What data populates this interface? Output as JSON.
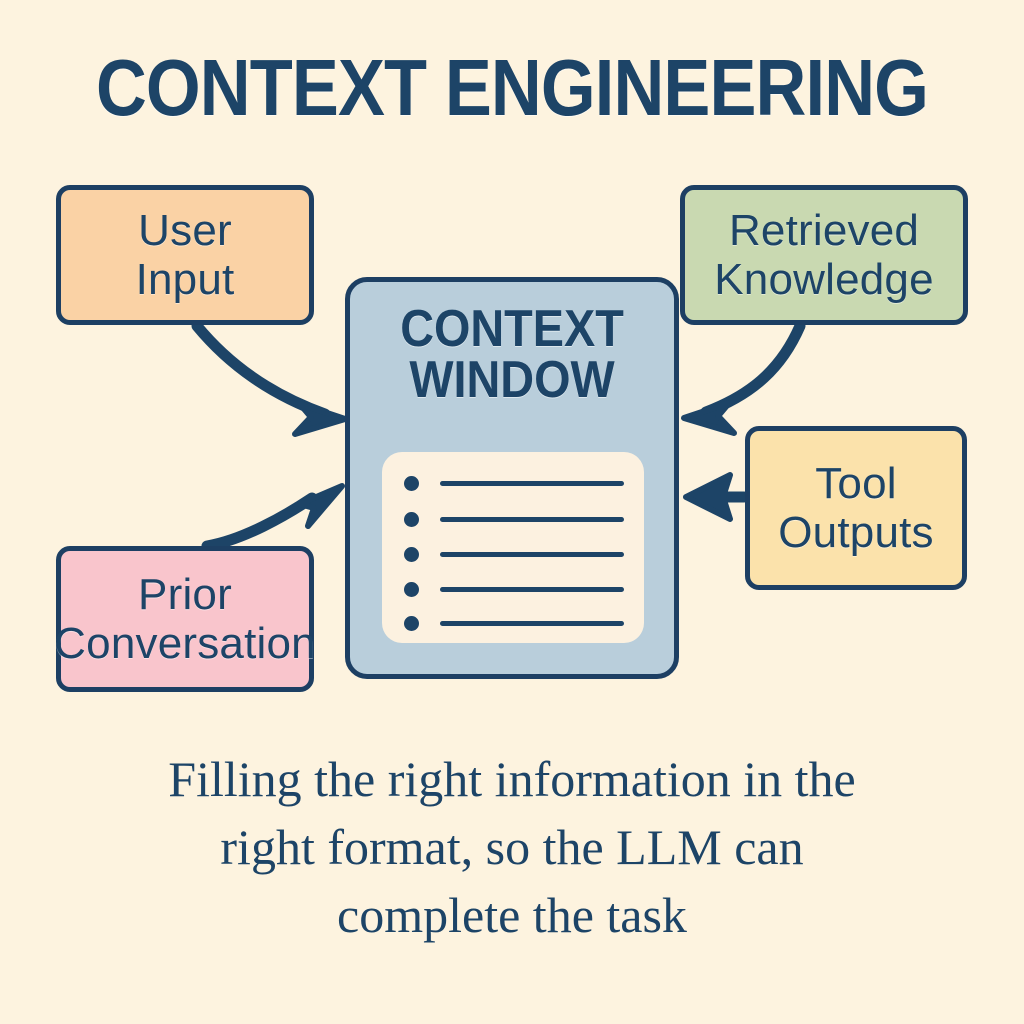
{
  "page": {
    "title": "CONTEXT ENGINEERING",
    "background_color": "#fdf3df",
    "ink_color": "#1d4467",
    "outline_color": "#1d3f63"
  },
  "center": {
    "panel_name": "Context Window",
    "title_line1": "CONTEXT",
    "title_line2": "WINDOW",
    "panel_color": "#b9cedb",
    "card_color": "#fcf1e0",
    "item_count": 5,
    "items": [
      {
        "bullet": "•",
        "text": ""
      },
      {
        "bullet": "•",
        "text": ""
      },
      {
        "bullet": "•",
        "text": ""
      },
      {
        "bullet": "•",
        "text": ""
      },
      {
        "bullet": "•",
        "text": ""
      }
    ]
  },
  "sources": [
    {
      "id": "user-input",
      "label_line1": "User",
      "label_line2": "Input",
      "color": "#fad2a5",
      "position": "top-left"
    },
    {
      "id": "retrieved-knowledge",
      "label_line1": "Retrieved",
      "label_line2": "Knowledge",
      "color": "#c9d9b1",
      "position": "top-right"
    },
    {
      "id": "prior-conversation",
      "label_line1": "Prior",
      "label_line2": "Conversation",
      "color": "#f9c5cc",
      "position": "bottom-left"
    },
    {
      "id": "tool-outputs",
      "label_line1": "Tool",
      "label_line2": "Outputs",
      "color": "#fbe2ab",
      "position": "bottom-right"
    }
  ],
  "arrows": [
    {
      "from": "user-input",
      "to": "context-window",
      "style": "curved"
    },
    {
      "from": "retrieved-knowledge",
      "to": "context-window",
      "style": "curved"
    },
    {
      "from": "prior-conversation",
      "to": "context-window",
      "style": "curved"
    },
    {
      "from": "tool-outputs",
      "to": "context-window",
      "style": "straight"
    }
  ],
  "caption": {
    "line1": "Filling the right information in the",
    "line2": "right format, so the LLM can",
    "line3": "complete the task"
  }
}
